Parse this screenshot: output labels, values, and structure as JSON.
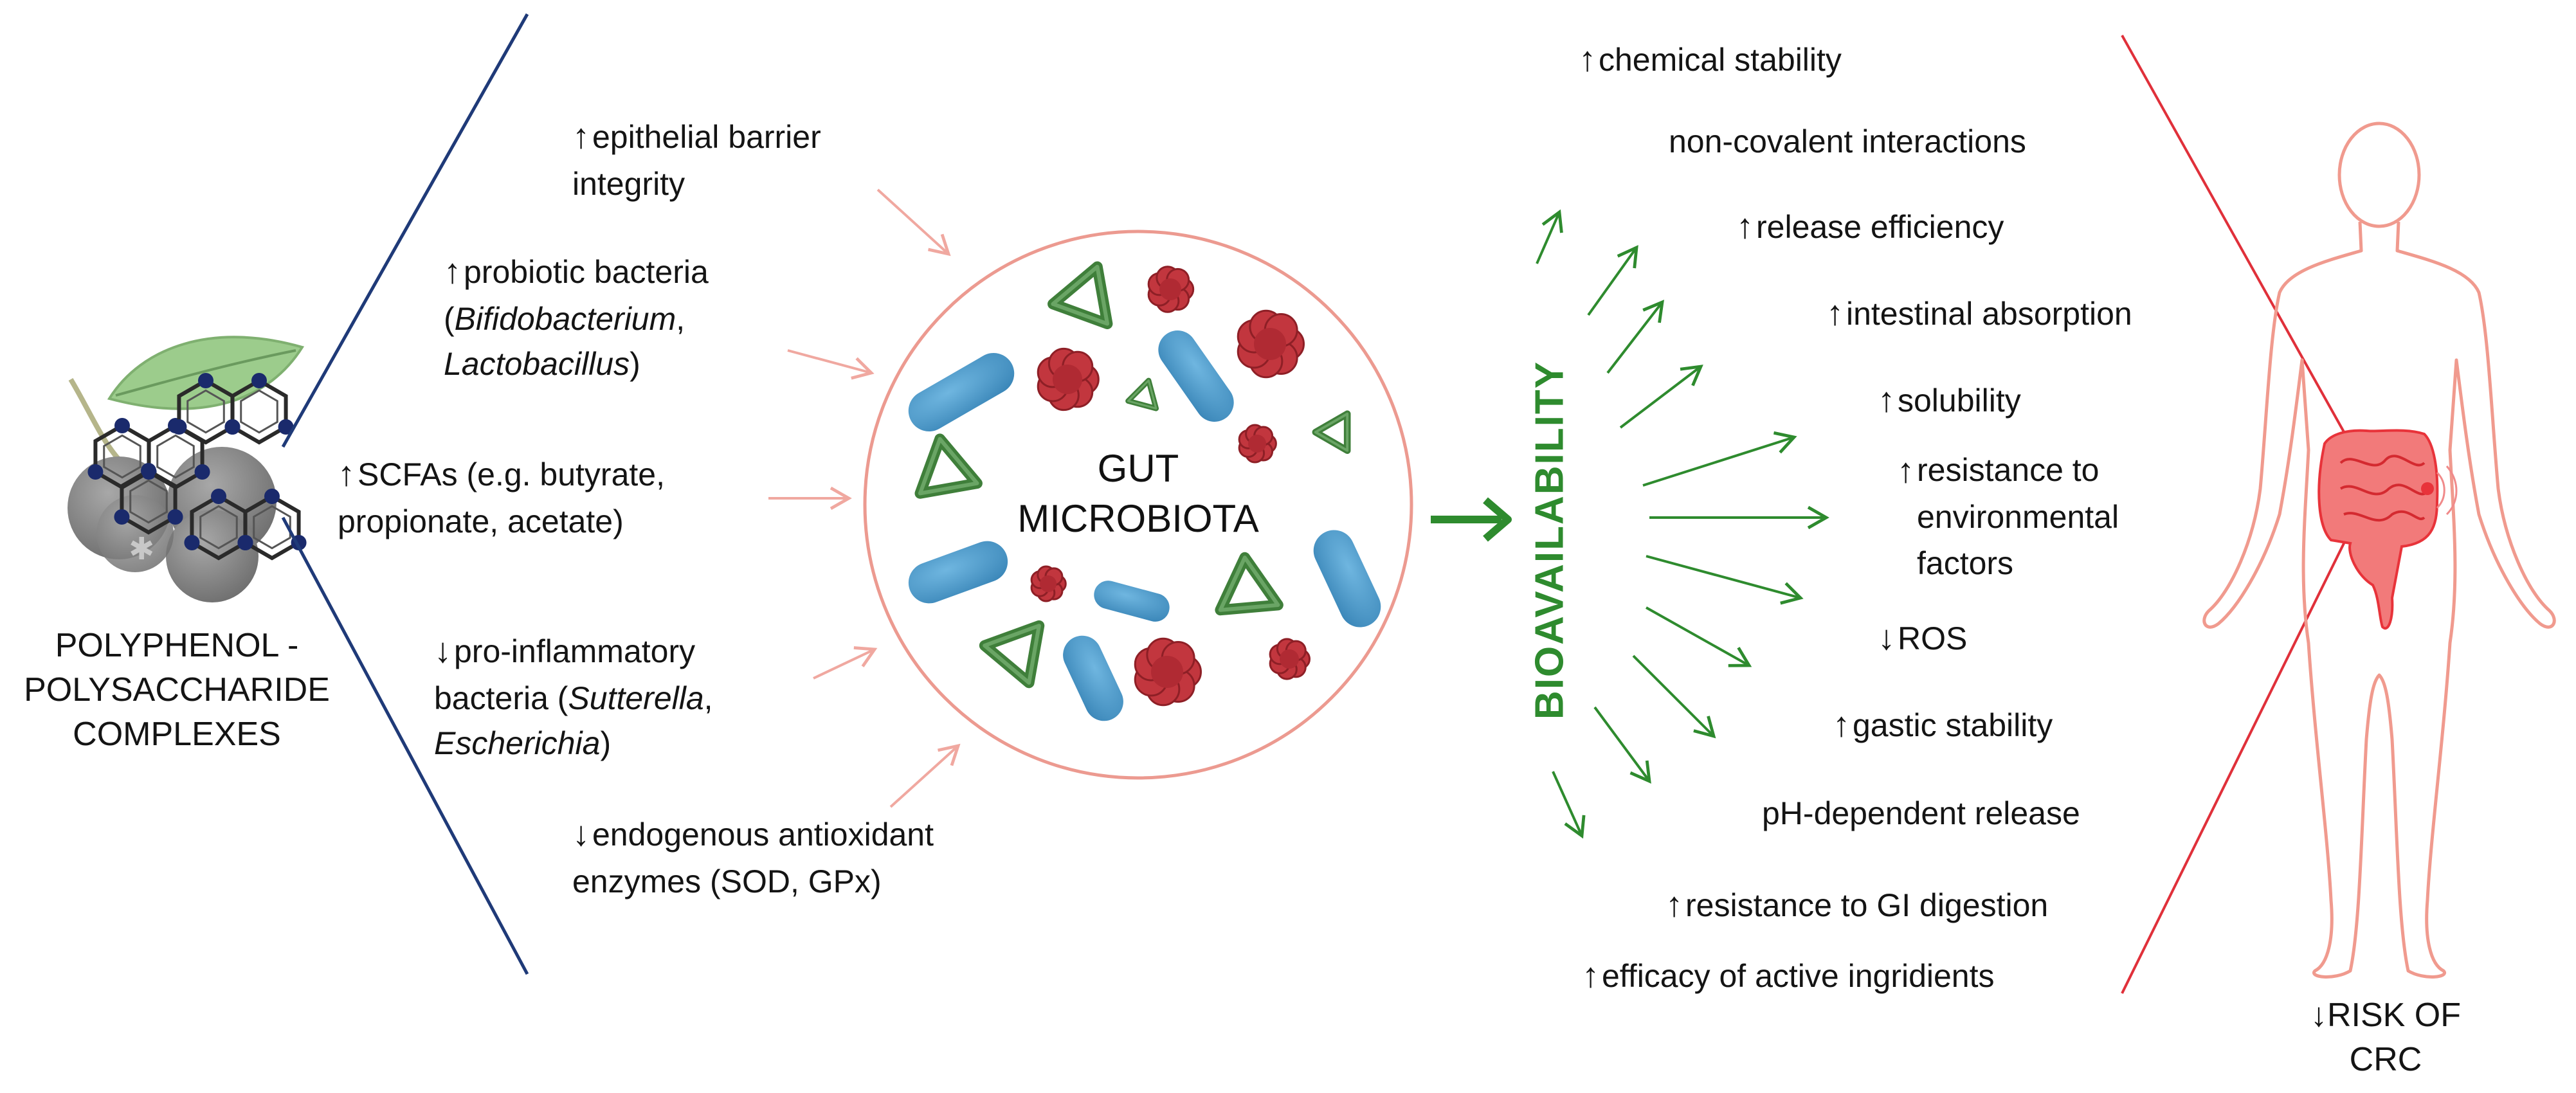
{
  "left": {
    "complex_label": [
      "POLYPHENOL -",
      "POLYSACCHARIDE",
      "COMPLEXES"
    ]
  },
  "effects": [
    {
      "arrow": "↑",
      "lines": [
        [
          "epithelial barrier"
        ],
        [
          "integrity"
        ]
      ]
    },
    {
      "arrow": "↑",
      "lines": [
        [
          "probiotic bacteria"
        ],
        [
          "(",
          {
            "i": "Bifidobacterium"
          },
          ","
        ],
        [
          {
            "i": "Lactobacillus"
          },
          ")"
        ]
      ]
    },
    {
      "arrow": "↑",
      "lines": [
        [
          "SCFAs (e.g. butyrate,"
        ],
        [
          "propionate, acetate)"
        ]
      ]
    },
    {
      "arrow": "↓",
      "lines": [
        [
          "pro-inflammatory"
        ],
        [
          "bacteria (",
          {
            "i": "Sutterella"
          },
          ","
        ],
        [
          {
            "i": "Escherichia"
          },
          ")"
        ]
      ]
    },
    {
      "arrow": "↓",
      "lines": [
        [
          "endogenous antioxidant"
        ],
        [
          "enzymes (SOD, GPx)"
        ]
      ]
    }
  ],
  "center": {
    "line1": "GUT",
    "line2": "MICROBIOTA"
  },
  "bioavailability_label": "BIOAVAILABILITY",
  "properties": [
    {
      "arrow": "↑",
      "text": "chemical stability"
    },
    {
      "arrow": "",
      "text": "non-covalent interactions"
    },
    {
      "arrow": "↑",
      "text": "release efficiency"
    },
    {
      "arrow": "↑",
      "text": "intestinal absorption"
    },
    {
      "arrow": "↑",
      "text": "solubility"
    },
    {
      "arrow": "↑",
      "text": "resistance to\nenvironmental\nfactors"
    },
    {
      "arrow": "↓",
      "text": "ROS"
    },
    {
      "arrow": "↑",
      "text": "gastic stability"
    },
    {
      "arrow": "",
      "text": "pH-dependent release"
    },
    {
      "arrow": "↑",
      "text": "resistance to GI digestion"
    },
    {
      "arrow": "↑",
      "text": "efficacy of active ingridients"
    }
  ],
  "outcome": {
    "arrow": "↓",
    "line1": "RISK OF",
    "line2": "CRC"
  },
  "colors": {
    "divider_line": "#1f3a78",
    "pink_arrow": "#f0a8a0",
    "circle_stroke": "#ec9a90",
    "green": "#2e8b2e",
    "red_line": "#e0303a",
    "body_outline": "#f09a8e",
    "intestine": "#e8333a"
  }
}
